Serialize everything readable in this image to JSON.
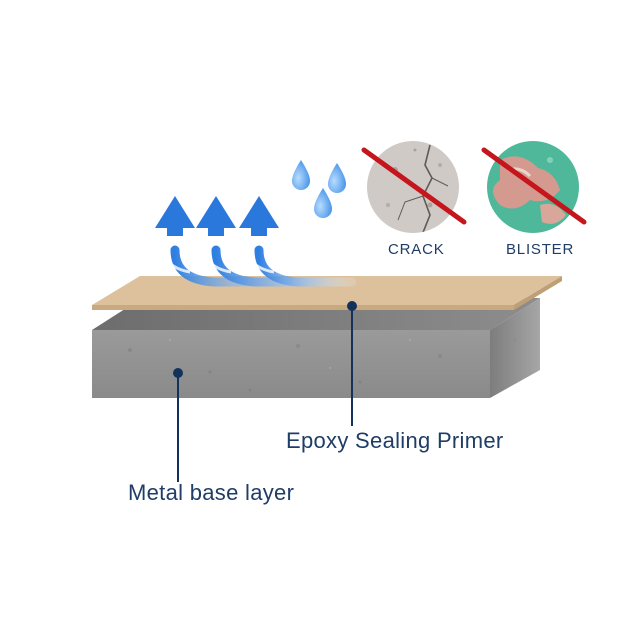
{
  "labels": {
    "primer": "Epoxy Sealing Primer",
    "base": "Metal base layer",
    "crack": "CRACK",
    "blister": "BLISTER"
  },
  "icons": {
    "moisture_arrows": "upward-curved-arrows-icon",
    "water_drops": "water-drop-icon",
    "prohibited": "prohibition-slash-icon"
  },
  "colors": {
    "label_text": "#1f3d66",
    "leader_line": "#13325b",
    "arrow_blue": "#2f7fe0",
    "drop_blue": "#4a9cf0",
    "primer_sheet": "#dcc19c",
    "concrete": "#8f8f8f",
    "prohibit_red": "#c4161c",
    "blister_green": "#4fb89a"
  }
}
